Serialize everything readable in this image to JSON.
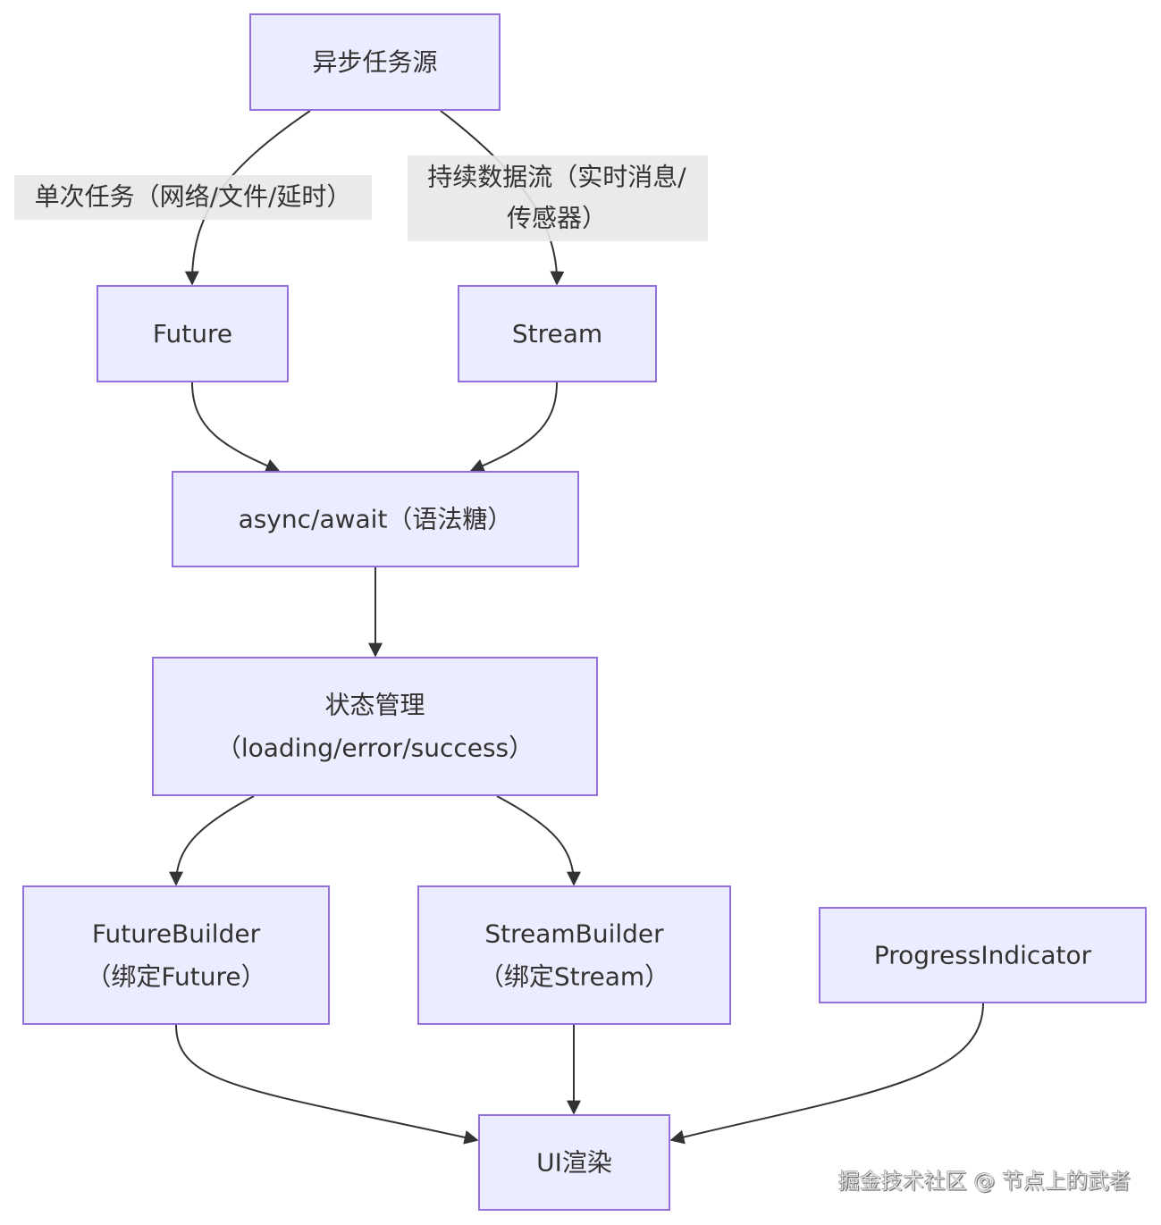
{
  "diagram": {
    "type": "flowchart",
    "direction": "top-down",
    "colors": {
      "node_fill": "#ECECFF",
      "node_stroke": "#9370DB",
      "text": "#333333",
      "edge": "#333333",
      "edge_label_bg": "#E8E8E8"
    },
    "nodes": [
      {
        "id": "source",
        "lines": [
          "异步任务源"
        ]
      },
      {
        "id": "future",
        "lines": [
          "Future"
        ]
      },
      {
        "id": "stream",
        "lines": [
          "Stream"
        ]
      },
      {
        "id": "async",
        "lines": [
          "async/await（语法糖）"
        ]
      },
      {
        "id": "state",
        "lines": [
          "状态管理",
          "（loading/error/success）"
        ]
      },
      {
        "id": "futurebuilder",
        "lines": [
          "FutureBuilder",
          "（绑定Future）"
        ]
      },
      {
        "id": "streambuilder",
        "lines": [
          "StreamBuilder",
          "（绑定Stream）"
        ]
      },
      {
        "id": "progress",
        "lines": [
          "ProgressIndicator"
        ]
      },
      {
        "id": "ui",
        "lines": [
          "UI渲染"
        ]
      }
    ],
    "edges": [
      {
        "from": "source",
        "to": "future",
        "label": [
          "单次任务（网络/文件/延时）"
        ]
      },
      {
        "from": "source",
        "to": "stream",
        "label": [
          "持续数据流（实时消息/",
          "传感器）"
        ]
      },
      {
        "from": "future",
        "to": "async",
        "label": []
      },
      {
        "from": "stream",
        "to": "async",
        "label": []
      },
      {
        "from": "async",
        "to": "state",
        "label": []
      },
      {
        "from": "state",
        "to": "futurebuilder",
        "label": []
      },
      {
        "from": "state",
        "to": "streambuilder",
        "label": []
      },
      {
        "from": "futurebuilder",
        "to": "ui",
        "label": []
      },
      {
        "from": "streambuilder",
        "to": "ui",
        "label": []
      },
      {
        "from": "progress",
        "to": "ui",
        "label": []
      }
    ]
  },
  "watermark": "掘金技术社区 @ 节点上的武者"
}
